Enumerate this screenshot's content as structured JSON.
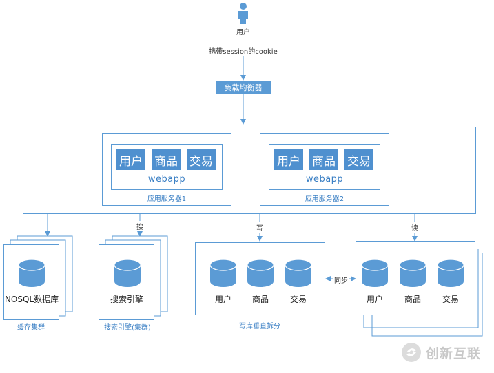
{
  "user": {
    "label": "用户",
    "annotation": "携带session的cookie"
  },
  "load_balancer": {
    "label": "负载均衡器"
  },
  "app_servers": [
    {
      "modules": [
        "用户",
        "商品",
        "交易"
      ],
      "app": "webapp",
      "label": "应用服务器1"
    },
    {
      "modules": [
        "用户",
        "商品",
        "交易"
      ],
      "app": "webapp",
      "label": "应用服务器2"
    }
  ],
  "connectors": {
    "search": "搜",
    "write": "写",
    "read": "读",
    "sync": "同步"
  },
  "cache_cluster": {
    "db_label": "NOSQL数据库",
    "caption": "缓存集群"
  },
  "search_cluster": {
    "db_label": "搜索引擎",
    "caption": "搜索引擎(集群)"
  },
  "write_db": {
    "dbs": [
      "用户",
      "商品",
      "交易"
    ],
    "caption": "写库垂直拆分"
  },
  "read_db": {
    "dbs": [
      "用户",
      "商品",
      "交易"
    ]
  },
  "watermark": {
    "text": "创新互联"
  },
  "colors": {
    "accent": "#5b9bd5",
    "module": "#4f90cf",
    "db": "#5b9bd5"
  }
}
